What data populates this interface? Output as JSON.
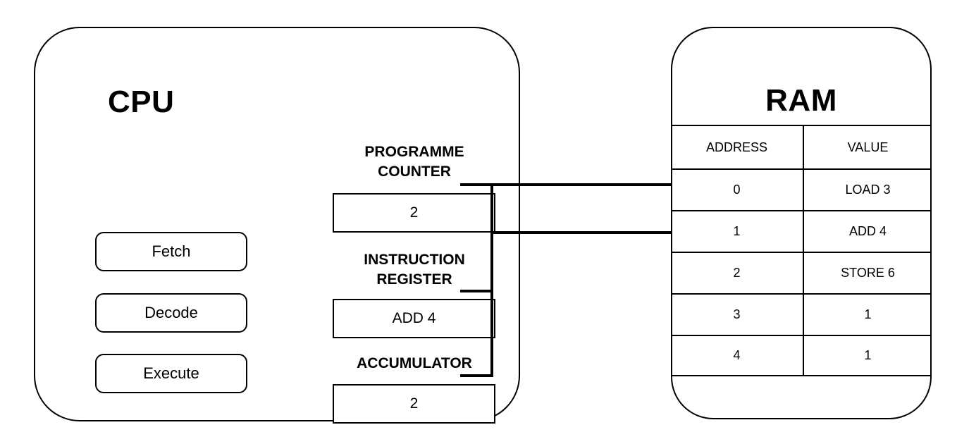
{
  "cpu": {
    "title": "CPU",
    "steps": [
      {
        "label": "Fetch"
      },
      {
        "label": "Decode"
      },
      {
        "label": "Execute"
      }
    ],
    "registers": [
      {
        "label": "PROGRAMME\nCOUNTER",
        "value": "2"
      },
      {
        "label": "INSTRUCTION\nREGISTER",
        "value": "ADD 4"
      },
      {
        "label": "ACCUMULATOR",
        "value": "2"
      }
    ]
  },
  "ram": {
    "title": "RAM",
    "columns": {
      "address": "ADDRESS",
      "value": "VALUE"
    },
    "rows": [
      {
        "address": "0",
        "value": "LOAD 3"
      },
      {
        "address": "1",
        "value": "ADD 4"
      },
      {
        "address": "2",
        "value": "STORE 6"
      },
      {
        "address": "3",
        "value": "1"
      },
      {
        "address": "4",
        "value": "1"
      }
    ]
  },
  "colors": {
    "line": "#000000",
    "background": "#ffffff"
  }
}
